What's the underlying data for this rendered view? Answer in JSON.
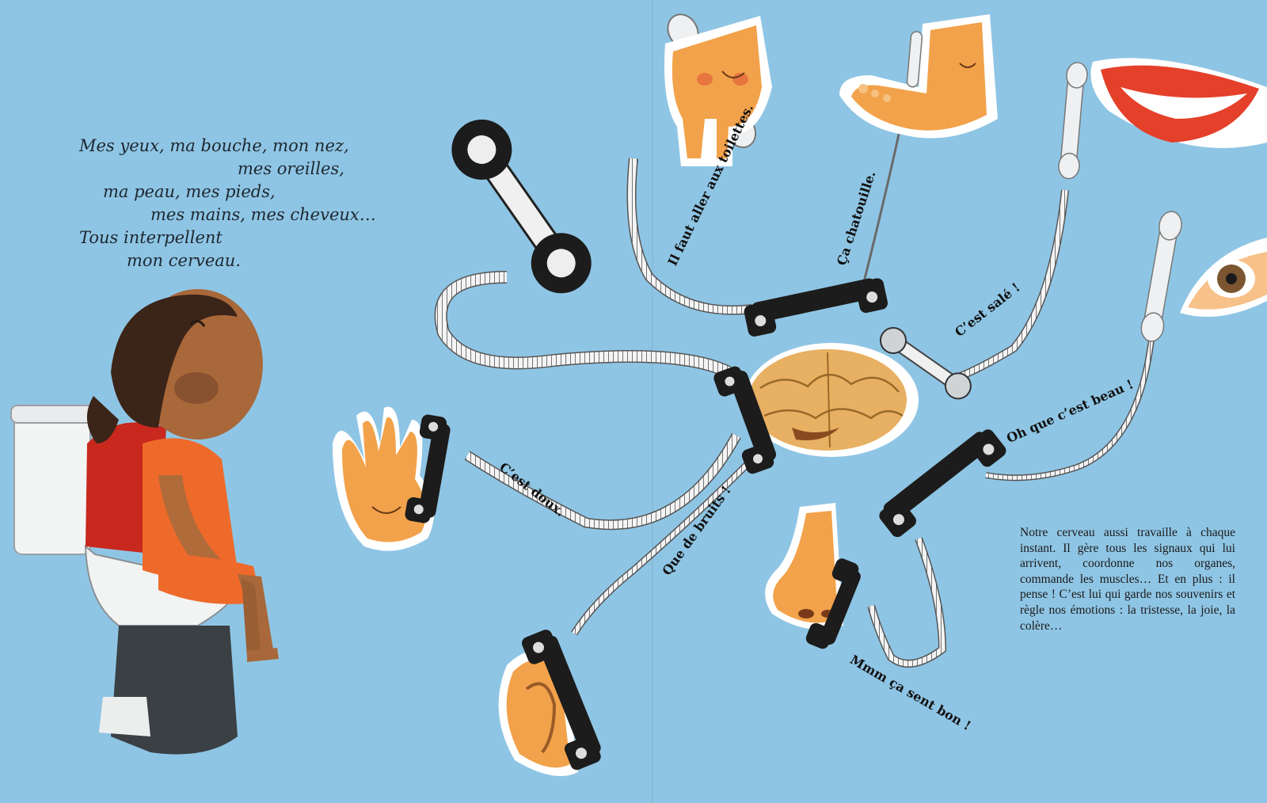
{
  "poem": {
    "lines": [
      "Mes yeux, ma bouche, mon nez,",
      "mes oreilles,",
      "ma peau, mes pieds,",
      "mes mains, mes cheveux…",
      "Tous interpellent",
      "mon cerveau."
    ]
  },
  "speech": {
    "toilet": "Il faut aller aux toilettes.",
    "tickle": "Ça chatouille.",
    "salty": "C’est salé !",
    "beautiful": "Oh que c’est beau !",
    "soft": "C’est doux.",
    "noise": "Que de bruits !",
    "smell": "Mmm ça sent bon !"
  },
  "paragraph": "Notre cerveau aussi travaille à chaque instant. Il gère tous les signaux qui lui arrivent, coordonne nos organes, commande les muscles… Et en plus : il pense ! C’est lui qui garde nos souvenirs et règle nos émotions : la tristesse, la joie, la colère…",
  "colors": {
    "background": "#8fc5e4",
    "skin": "#f2a24a",
    "shirt": "#ee6a2a",
    "handset_black": "#1c1c1c",
    "handset_white": "#eef0f2",
    "lips": "#e4402a"
  },
  "icons": [
    "telephone-handset-icon",
    "hand-icon",
    "ear-icon",
    "nose-icon",
    "eye-icon",
    "mouth-icon",
    "foot-icon",
    "buttocks-icon",
    "brain-icon"
  ]
}
